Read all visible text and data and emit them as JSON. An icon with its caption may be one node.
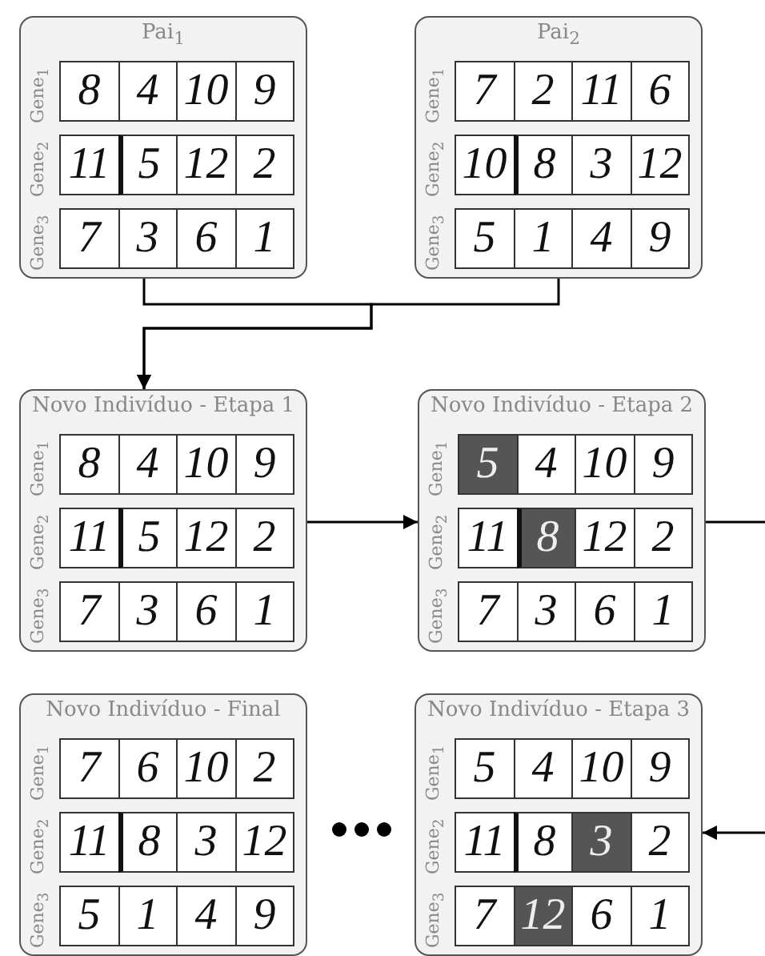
{
  "diagram": {
    "nodes": [
      {
        "text": [
          "Pai$_{1}$",
          "Gene$_{1}$",
          "Gene$_{2}$",
          "Gene$_{3}$"
        ]
      },
      {
        "text": [
          "8"
        ],
        "in": 0
      },
      {
        "text": [
          "4"
        ],
        "in": 0
      },
      {
        "text": [
          "10"
        ],
        "in": 0
      },
      {
        "text": [
          "9"
        ],
        "in": 0
      },
      {
        "text": [
          "11"
        ],
        "in": 0
      },
      {
        "text": [
          "5"
        ],
        "in": 0
      },
      {
        "text": [
          "12"
        ],
        "in": 0
      },
      {
        "text": [
          "2"
        ],
        "in": 0
      },
      {
        "text": [
          "7"
        ],
        "in": 0
      },
      {
        "text": [
          "3"
        ],
        "in": 0
      },
      {
        "text": [
          "6"
        ],
        "in": 0
      },
      {
        "text": [
          "1"
        ],
        "in": 0
      },
      {
        "text": [
          "Pai$_{2}$",
          "Gene$_{1}$",
          "Gene$_{2}$",
          "Gene$_{3}$"
        ]
      },
      {
        "text": [
          "7"
        ],
        "in": 13
      },
      {
        "text": [
          "2"
        ],
        "in": 13
      },
      {
        "text": [
          "11"
        ],
        "in": 13
      },
      {
        "text": [
          "6"
        ],
        "in": 13
      },
      {
        "text": [
          "10"
        ],
        "in": 13
      },
      {
        "text": [
          "8"
        ],
        "in": 13
      },
      {
        "text": [
          "3"
        ],
        "in": 13
      },
      {
        "text": [
          "12"
        ],
        "in": 13
      },
      {
        "text": [
          "5"
        ],
        "in": 13
      },
      {
        "text": [
          "1"
        ],
        "in": 13
      },
      {
        "text": [
          "4"
        ],
        "in": 13
      },
      {
        "text": [
          "9"
        ],
        "in": 13
      },
      {
        "text": [
          "Novo Indivíduo - Etapa 1",
          "Gene$_{1}$",
          "Gene$_{2}$",
          "Gene$_{3}$"
        ]
      },
      {
        "text": [
          "8"
        ],
        "in": 26
      },
      {
        "text": [
          "4"
        ],
        "in": 26
      },
      {
        "text": [
          "10"
        ],
        "in": 26
      },
      {
        "text": [
          "9"
        ],
        "in": 26
      },
      {
        "text": [
          "11"
        ],
        "in": 26
      },
      {
        "text": [
          "5"
        ],
        "in": 26
      },
      {
        "text": [
          "12"
        ],
        "in": 26
      },
      {
        "text": [
          "2"
        ],
        "in": 26
      },
      {
        "text": [
          "7"
        ],
        "in": 26
      },
      {
        "text": [
          "3"
        ],
        "in": 26
      },
      {
        "text": [
          "6"
        ],
        "in": 26
      },
      {
        "text": [
          "1"
        ],
        "in": 26
      },
      {
        "text": [
          "Novo Indivíduo - Etapa 2",
          "Gene$_{1}$",
          "Gene$_{2}$",
          "Gene$_{3}$"
        ]
      },
      {
        "text": [
          "5"
        ],
        "in": 39
      },
      {
        "text": [
          "4"
        ],
        "in": 39
      },
      {
        "text": [
          "10"
        ],
        "in": 39
      },
      {
        "text": [
          "9"
        ],
        "in": 39
      },
      {
        "text": [
          "11"
        ],
        "in": 39
      },
      {
        "text": [
          "8"
        ],
        "in": 39
      },
      {
        "text": [
          "12"
        ],
        "in": 39
      },
      {
        "text": [
          "2"
        ],
        "in": 39
      },
      {
        "text": [
          "7"
        ],
        "in": 39
      },
      {
        "text": [
          "3"
        ],
        "in": 39
      },
      {
        "text": [
          "6"
        ],
        "in": 39
      },
      {
        "text": [
          "1"
        ],
        "in": 39
      },
      {
        "text": [
          "Novo Indivíduo - Final",
          "Gene$_{1}$",
          "Gene$_{2}$",
          "Gene$_{3}$"
        ]
      },
      {
        "text": [
          "7"
        ],
        "in": 52
      },
      {
        "text": [
          "6"
        ],
        "in": 52
      },
      {
        "text": [
          "10"
        ],
        "in": 52
      },
      {
        "text": [
          "2"
        ],
        "in": 52
      },
      {
        "text": [
          "11"
        ],
        "in": 52
      },
      {
        "text": [
          "8"
        ],
        "in": 52
      },
      {
        "text": [
          "3"
        ],
        "in": 52
      },
      {
        "text": [
          "12"
        ],
        "in": 52
      },
      {
        "text": [
          "5"
        ],
        "in": 52
      },
      {
        "text": [
          "1"
        ],
        "in": 52
      },
      {
        "text": [
          "4"
        ],
        "in": 52
      },
      {
        "text": [
          "9"
        ],
        "in": 52
      },
      {
        "text": [
          "Novo Indivíduo - Etapa 3",
          "Gene$_{1}$",
          "Gene$_{2}$",
          "Gene$_{3}$"
        ]
      },
      {
        "text": [
          "5"
        ],
        "in": 65
      },
      {
        "text": [
          "4"
        ],
        "in": 65
      },
      {
        "text": [
          "10"
        ],
        "in": 65
      },
      {
        "text": [
          "9"
        ],
        "in": 65
      },
      {
        "text": [
          "11"
        ],
        "in": 65
      },
      {
        "text": [
          "8"
        ],
        "in": 65
      },
      {
        "text": [
          "3"
        ],
        "in": 65
      },
      {
        "text": [
          "2"
        ],
        "in": 65
      },
      {
        "text": [
          "7"
        ],
        "in": 65
      },
      {
        "text": [
          "12"
        ],
        "in": 65
      },
      {
        "text": [
          "6"
        ],
        "in": 65
      },
      {
        "text": [
          "1"
        ],
        "in": 65
      }
    ],
    "edges": [
      {
        "from": 0,
        "to": 26,
        "arrow": "to"
      },
      {
        "from": 13,
        "to": 26,
        "arrow": "to"
      },
      {
        "from": 26,
        "to": 39,
        "arrow": "to"
      },
      {
        "from": 39,
        "to": null,
        "arrow": "none"
      },
      {
        "from": null,
        "to": 65,
        "arrow": "to"
      }
    ]
  }
}
